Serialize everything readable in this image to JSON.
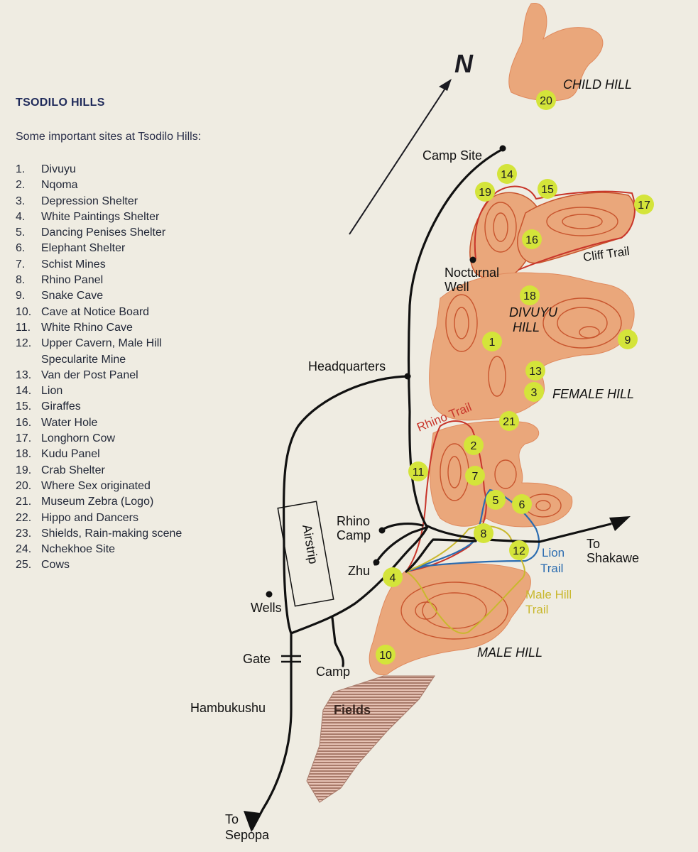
{
  "legend": {
    "title": "TSODILO HILLS",
    "intro": "Some important sites at Tsodilo Hills:",
    "sites": [
      {
        "num": "1.",
        "name": "Divuyu"
      },
      {
        "num": "2.",
        "name": "Nqoma"
      },
      {
        "num": "3.",
        "name": "Depression Shelter"
      },
      {
        "num": "4.",
        "name": "White Paintings Shelter"
      },
      {
        "num": "5.",
        "name": "Dancing Penises Shelter"
      },
      {
        "num": "6.",
        "name": "Elephant Shelter"
      },
      {
        "num": "7.",
        "name": "Schist Mines"
      },
      {
        "num": "8.",
        "name": "Rhino Panel"
      },
      {
        "num": "9.",
        "name": "Snake Cave"
      },
      {
        "num": "10.",
        "name": "Cave at Notice Board"
      },
      {
        "num": "11.",
        "name": "White Rhino Cave"
      },
      {
        "num": "12.",
        "name": "Upper Cavern, Male Hill"
      },
      {
        "num": "",
        "name": "Specularite Mine"
      },
      {
        "num": "13.",
        "name": "Van der Post Panel"
      },
      {
        "num": "14.",
        "name": "Lion"
      },
      {
        "num": "15.",
        "name": "Giraffes"
      },
      {
        "num": "16.",
        "name": "Water Hole"
      },
      {
        "num": "17.",
        "name": "Longhorn Cow"
      },
      {
        "num": "18.",
        "name": "Kudu Panel"
      },
      {
        "num": "19.",
        "name": "Crab Shelter"
      },
      {
        "num": "20.",
        "name": "Where Sex originated"
      },
      {
        "num": "21.",
        "name": "Museum Zebra (Logo)"
      },
      {
        "num": "22.",
        "name": "Hippo and Dancers"
      },
      {
        "num": "23.",
        "name": "Shields, Rain-making scene"
      },
      {
        "num": "24.",
        "name": "Nchekhoe Site"
      },
      {
        "num": "25.",
        "name": "Cows"
      }
    ]
  },
  "map": {
    "north": "N",
    "hills": {
      "child": "CHILD HILL",
      "divuyu_1": "DIVUYU",
      "divuyu_2": "HILL",
      "female": "FEMALE HILL",
      "male": "MALE HILL"
    },
    "places": {
      "camp_site": "Camp Site",
      "nocturnal_1": "Nocturnal",
      "nocturnal_2": "Well",
      "headquarters": "Headquarters",
      "rhino_camp_1": "Rhino",
      "rhino_camp_2": "Camp",
      "zhu": "Zhu",
      "wells": "Wells",
      "gate": "Gate",
      "camp": "Camp",
      "hambukushu": "Hambukushu",
      "fields": "Fields",
      "airstrip": "Airstrip",
      "to_shakawe_1": "To",
      "to_shakawe_2": "Shakawe",
      "to_sepopa_1": "To",
      "to_sepopa_2": "Sepopa"
    },
    "trails": {
      "cliff": "Cliff Trail",
      "rhino": "Rhino Trail",
      "lion_1": "Lion",
      "lion_2": "Trail",
      "male_1": "Male Hill",
      "male_2": "Trail"
    },
    "markers": [
      "1",
      "2",
      "3",
      "4",
      "5",
      "6",
      "7",
      "8",
      "9",
      "10",
      "11",
      "12",
      "13",
      "14",
      "15",
      "16",
      "17",
      "18",
      "19",
      "20",
      "21"
    ],
    "colors": {
      "background": "#efece2",
      "hill_fill": "#eaa77b",
      "contour": "#c8552e",
      "road": "#111111",
      "marker": "#d4e43a",
      "rhino_trail": "#c8352a",
      "lion_trail": "#2b6cb0",
      "male_trail": "#c9b82e",
      "fields": "#a87a6a"
    }
  }
}
